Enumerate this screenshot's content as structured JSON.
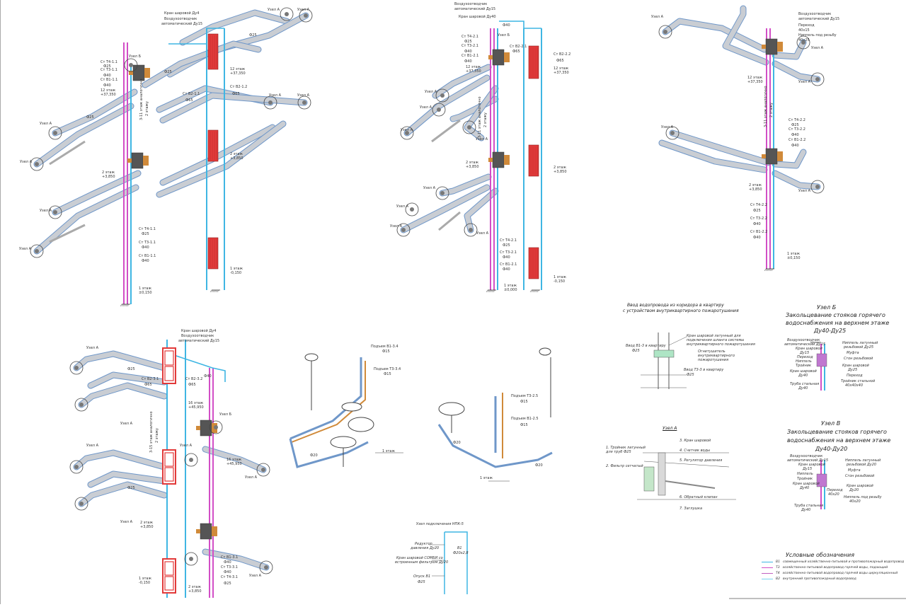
{
  "colors": {
    "pipe_fill": "#c9cdd3",
    "pipe_edge": "#6f97c9",
    "riser_hot": "#d24ec6",
    "riser_cold": "#3fb6e3",
    "riser_fire": "#7ad6f0",
    "cabinet": "#e23a3a",
    "copper": "#d08a3a",
    "node_circle": "#444444",
    "text": "#333333"
  },
  "block1": {
    "top_labels": [
      "Кран шаровой Ду4",
      "Воздухоотводчик",
      "автоматический Ду15"
    ],
    "uzel_labels": [
      "Узел А",
      "Узел А",
      "Узел А",
      "Узел А",
      "Узел А",
      "Узел А",
      "Узел А",
      "Узел А",
      "Узел Б"
    ],
    "st_labels": [
      "Ст Т4-1.1",
      "Ст Т3-1.1",
      "Ст В1-1.1",
      "Ст В2-1.1",
      "Ст В2-1.2"
    ],
    "dims": [
      "Ф25",
      "Ф25",
      "Ф40",
      "Ф40",
      "Ф65",
      "Ф65",
      "Ф25",
      "Ф25"
    ],
    "floors": [
      "12 этаж",
      "+37,350",
      "12 этаж",
      "+37,350",
      "2 этаж",
      "+3,850",
      "2 этаж",
      "+3,850",
      "1 этаж",
      "±0,150",
      "1 этаж",
      "-0,150"
    ],
    "vertical": [
      "3-11 этаж аналогично",
      "2 этажу"
    ],
    "bottom_st": [
      "Ст Т4-1.1",
      "Ф25",
      "Ст Т3-1.1",
      "Ф40",
      "Ст В1-1.1",
      "Ф40"
    ]
  },
  "block2": {
    "top_labels": [
      "Воздухоотводчик",
      "автоматический Ду15",
      "Кран шаровой Ду40",
      "Ф40"
    ],
    "uzel_labels": [
      "Узел А",
      "Узел А",
      "Узел А",
      "Узел А",
      "Узел А",
      "Узел А",
      "Узел А",
      "Узел А",
      "Узел Б"
    ],
    "st_labels": [
      "Ст Т4-2.1",
      "Ст Т3-2.1",
      "Ст В1-2.1",
      "Ст В2-2.1",
      "Ст В2-2.2"
    ],
    "dims": [
      "Ф25",
      "Ф40",
      "Ф40",
      "Ф65",
      "Ф65"
    ],
    "floors": [
      "12 этаж",
      "+37,350",
      "12 этаж",
      "+37,350",
      "2 этаж",
      "+3,850",
      "2 этаж",
      "+3,850",
      "1 этаж",
      "±0,000",
      "1 этаж",
      "-0,150"
    ],
    "vertical": [
      "3-11 этаж аналогично",
      "2 этажу"
    ],
    "bottom_st": [
      "Ст Т4-2.1",
      "Ф25",
      "Ст Т3-2.1",
      "Ф40",
      "Ст В1-2.1",
      "Ф40"
    ]
  },
  "block3": {
    "top_labels": [
      "Воздухоотводчик",
      "автоматический Ду15",
      "Переход",
      "40х15",
      "Ниппель под резьбу",
      "40х25"
    ],
    "uzel_labels": [
      "Узел А",
      "Узел А",
      "Узел А",
      "Узел А",
      "Узел А"
    ],
    "st_labels": [
      "Ст Т4-2.2",
      "Ст Т3-2.2",
      "Ст В1-2.2"
    ],
    "dims": [
      "Ф25",
      "Ф40",
      "Ф40"
    ],
    "floors": [
      "12 этаж",
      "+37,350",
      "2 этаж",
      "+3,850",
      "1 этаж",
      "±0,150"
    ],
    "vertical": [
      "3-11 этаж аналогично",
      "2 этажу"
    ],
    "bottom_st": [
      "Ст Т4-2.2",
      "Ф25",
      "Ст Т3-2.2",
      "Ф40",
      "Ст В1-2.2",
      "Ф40"
    ]
  },
  "block4": {
    "top_labels": [
      "Кран шаровой Ду4",
      "Воздухоотводчик",
      "автоматический Ду15"
    ],
    "uzel_labels": [
      "Узел А",
      "Узел А",
      "Узел А",
      "Узел А",
      "Узел А",
      "Узел А",
      "Узел А",
      "Узел Б"
    ],
    "st_labels": [
      "Ст В2-3.1",
      "Ст В2-3.2"
    ],
    "dims": [
      "Ф25",
      "Ф25",
      "Ф65",
      "Ф65",
      "Ф40"
    ],
    "floors": [
      "16 этаж",
      "+45,950",
      "16 этаж",
      "+45,950",
      "2 этаж",
      "+3,850",
      "1 этаж",
      "-0,150",
      "2 этаж",
      "+3,850"
    ],
    "vertical": [
      "3-15 этаж аналогично",
      "2 этажу"
    ],
    "bottom_st": [
      "Ст В1-3.1",
      "Ф40",
      "Ст Т3-3.1",
      "Ф40",
      "Ст Т4-3.1",
      "Ф25"
    ]
  },
  "bath1": {
    "labels": [
      "Подъем В1-3.4",
      "Ф15",
      "Подъем Т3-3.4",
      "Ф15",
      "Ф20",
      "1 этаж"
    ]
  },
  "bath2": {
    "labels": [
      "Подъем Т3-2.5",
      "Ф15",
      "Подъем В1-2.5",
      "Ф15",
      "Ф20",
      "Ф20",
      "1 этаж"
    ]
  },
  "vvod": {
    "title": [
      "Ввод водопровода из коридора в квартиру",
      "с устройством внутриквартирного пожаротушения"
    ],
    "notes": [
      "Кран шаровой латунный для",
      "подключения шланга системы",
      "внутриквартирного пожаротушения",
      "Огнетушитель",
      "внутриквартирного",
      "пожаротушения",
      "Ввод В1-3 в квартиру",
      "Ввод Т3-3 в квартиру",
      "Ф25",
      "Ф25"
    ]
  },
  "uzel_a": {
    "title": "Узел А",
    "notes": [
      "1. Тройник латунный",
      "для труб Ф25",
      "2. Фильтр сетчатый",
      "3. Кран шаровой",
      "4. Счетчик воды",
      "5. Регулятор давления",
      "6. Обратный клапан",
      "7. Заглушка"
    ]
  },
  "uzel_b": {
    "title": [
      "Узел Б",
      "Закольцевание стояков горячего",
      "водоснабжения на верхнем этаже",
      "Ду40-Ду25"
    ],
    "labels": [
      "Воздухоотводчик",
      "автоматический Ду15",
      "Кран шаровой",
      "Ду15",
      "Переход",
      "Ниппель",
      "Тройник",
      "Кран шаровой",
      "Ду40",
      "Труба стальная",
      "Ду40",
      "Ниппель латунный",
      "резьбовой Ду25",
      "Муфта",
      "Сгон резьбовой",
      "Кран шаровой",
      "Ду25",
      "Переход",
      "Тройник стальной",
      "40х40х40"
    ]
  },
  "uzel_v": {
    "title": [
      "Узел В",
      "Закольцевание стояков горячего",
      "водоснабжения на верхнем этаже",
      "Ду40-Ду20"
    ],
    "labels": [
      "Воздухоотводчик",
      "автоматический Ду15",
      "Кран шаровой",
      "Ду15",
      "Ниппель",
      "Тройник",
      "Кран шаровой",
      "Ду40",
      "Ниппель латунный",
      "резьбовой Ду20",
      "Муфта",
      "Сгон резьбовой",
      "Переход",
      "40х20",
      "Кран шаровой",
      "Ду20",
      "Ниппель под резьбу",
      "40х20",
      "Труба стальная",
      "Ду40"
    ]
  },
  "npv": {
    "title": "Узел подключения НПК-5",
    "labels": [
      "Редуктор",
      "давления Ду20",
      "Кран шаровой СОМБИ со",
      "встроенным фильтром Ду20",
      "Опуск В1",
      "Ф25",
      "В1",
      "Ф20х2,8"
    ]
  },
  "legend": {
    "title": "Условные обозначения",
    "items": [
      {
        "code": "В1",
        "text": "совмещенный хозяйственно-питьевой и противопожарный водопровод",
        "color": "#3fb6e3"
      },
      {
        "code": "Т3",
        "text": "хозяйственно-питьевой водопровод горячей воды, подающий",
        "color": "#d24ec6"
      },
      {
        "code": "Т4",
        "text": "хозяйственно-питьевой водопровод горячей воды циркуляционный",
        "color": "#c060c0"
      },
      {
        "code": "В2",
        "text": "внутренний противопожарный водопровод",
        "color": "#7ad6f0"
      }
    ]
  }
}
